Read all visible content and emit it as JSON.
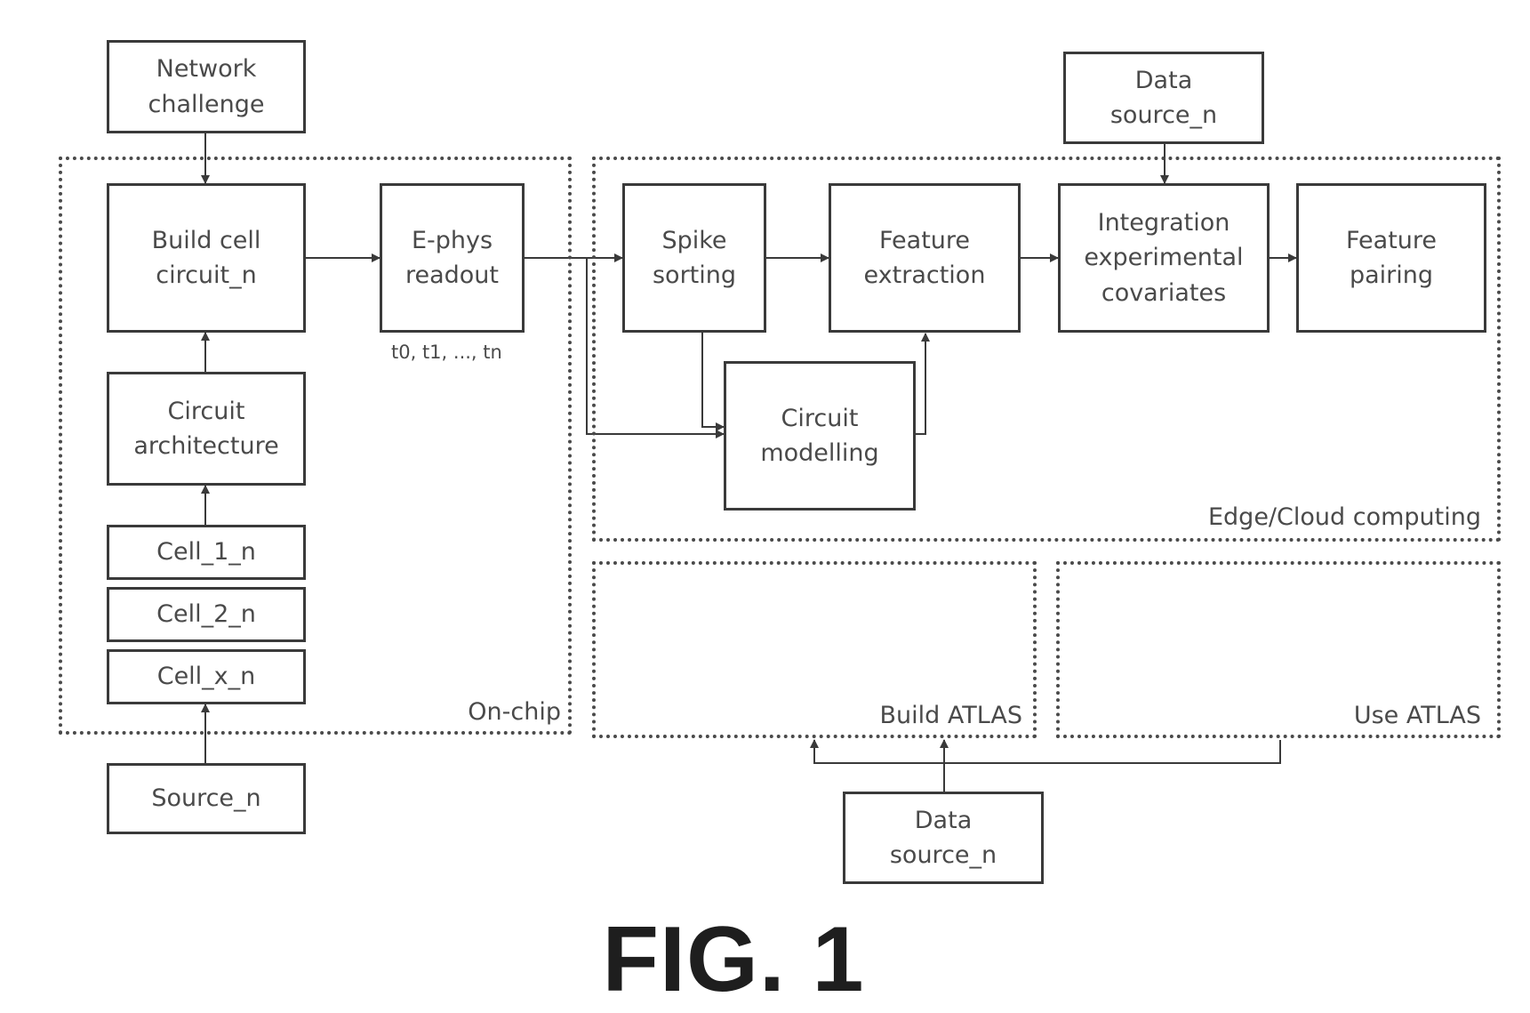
{
  "regions": {
    "on_chip": "On-chip",
    "edge_cloud": "Edge/Cloud computing",
    "build_atlas": "Build ATLAS",
    "use_atlas": "Use ATLAS"
  },
  "boxes": {
    "network_challenge": [
      "Network",
      "challenge"
    ],
    "build_cell_circuit": [
      "Build cell",
      "circuit_n"
    ],
    "ephys_readout": [
      "E-phys",
      "readout"
    ],
    "circuit_architecture": [
      "Circuit",
      "architecture"
    ],
    "cell_1": "Cell_1_n",
    "cell_2": "Cell_2_n",
    "cell_x": "Cell_x_n",
    "source": "Source_n",
    "spike_sorting": [
      "Spike",
      "sorting"
    ],
    "feature_extraction": [
      "Feature",
      "extraction"
    ],
    "integration": [
      "Integration",
      "experimental",
      "covariates"
    ],
    "feature_pairing": [
      "Feature",
      "pairing"
    ],
    "circuit_modelling": [
      "Circuit",
      "modelling"
    ],
    "data_source_top": [
      "Data",
      "source_n"
    ],
    "data_source_bottom": [
      "Data",
      "source_n"
    ]
  },
  "timepoints": "t0, t1, ..., tn",
  "figure_label": "FIG. 1"
}
